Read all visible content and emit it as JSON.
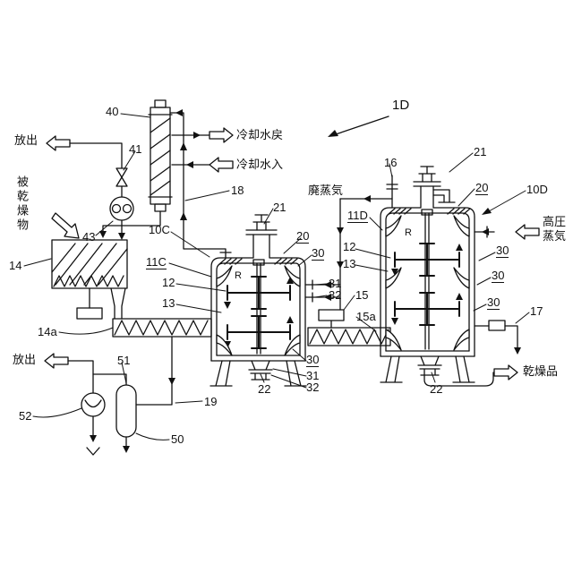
{
  "figure": {
    "id_label": "1D",
    "rotation_mark": "R"
  },
  "streams": {
    "discharge": "放出",
    "cooling_water_return": "冷却水戻",
    "cooling_water_in": "冷却水入",
    "material_to_be_dried": "被乾燥物",
    "waste_steam": "廃蒸気",
    "high_pressure_steam": "高圧蒸気",
    "dried_product": "乾燥品"
  },
  "refs": {
    "n10C": "10C",
    "n10D": "10D",
    "n11C": "11C",
    "n11D": "11D",
    "n12": "12",
    "n13": "13",
    "n14": "14",
    "n14a": "14a",
    "n15": "15",
    "n15a": "15a",
    "n16": "16",
    "n17": "17",
    "n18": "18",
    "n19": "19",
    "n20": "20",
    "n21": "21",
    "n22": "22",
    "n30": "30",
    "n31": "31",
    "n32": "32",
    "n40": "40",
    "n41": "41",
    "n43": "43",
    "n50": "50",
    "n51": "51",
    "n52": "52"
  }
}
